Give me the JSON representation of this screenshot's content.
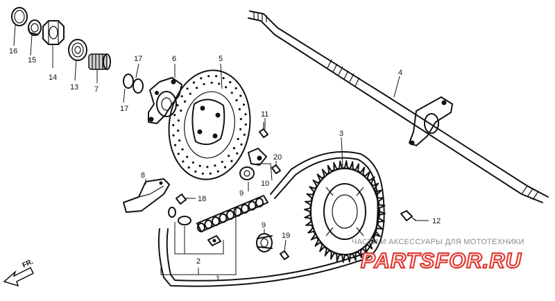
{
  "callouts": {
    "c1": "1",
    "c2": "2",
    "c3": "3",
    "c4": "4",
    "c5": "5",
    "c6": "6",
    "c7": "7",
    "c8": "8",
    "c9a": "9",
    "c9b": "9",
    "c10": "10",
    "c11": "11",
    "c12": "12",
    "c13": "13",
    "c14": "14",
    "c15": "15",
    "c16": "16",
    "c17a": "17",
    "c17b": "17",
    "c18": "18",
    "c19": "19",
    "c20": "20"
  },
  "direction_marker": {
    "label": "FR.",
    "icon": "front-direction-arrow"
  },
  "watermark": {
    "tagline": "ЧАСТИ И АКСЕССУАРЫ ДЛЯ МОТОТЕХНИКИ",
    "logo": "PARTSFOR.RU",
    "logo_color": "#e23a32"
  }
}
